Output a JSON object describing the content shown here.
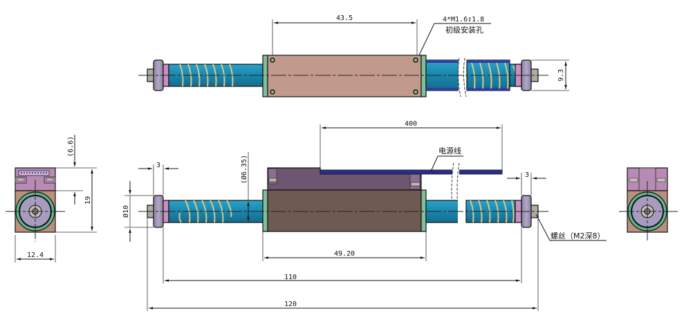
{
  "drawing": {
    "title": "Linear actuator assembly drawing",
    "colors": {
      "body_top": "#c29a8c",
      "body_side": "#6e5a52",
      "housing": "#6f5670",
      "rod": "#1f87ad",
      "spring": "#d6c98a",
      "end_cap": "#a69ab8",
      "collar": "#c98fc0",
      "flange": "#7fbf9a",
      "cable": "#2a2f8a",
      "bolt": "#b0aaa0",
      "end_view_housing": "#b88bb4",
      "end_view_body": "#b9907d",
      "end_view_disc": "#a89bc0",
      "end_view_ring": "#5fb88e"
    },
    "top_view": {
      "dim_body_hole_spacing": "43.5",
      "dim_height": "9.3",
      "hole_callout_spec": "4*M1.6↧1.8",
      "hole_callout_label": "初级安装孔"
    },
    "side_view": {
      "dim_cable_length": "400",
      "cable_label": "电源线",
      "dim_rod_diameter": "(Ø6.35)",
      "dim_end_cap_diameter": "Ø10",
      "dim_left_cap_width": "3",
      "dim_right_cap_width": "3",
      "screw_label": "螺丝（M2深8）",
      "dim_body_length": "49.20",
      "dim_stroke_length": "110",
      "dim_overall_length": "120"
    },
    "left_end_view": {
      "dim_housing_height": "(6.6)",
      "dim_total_height": "19",
      "dim_width": "12.4"
    },
    "right_end_view": {}
  }
}
